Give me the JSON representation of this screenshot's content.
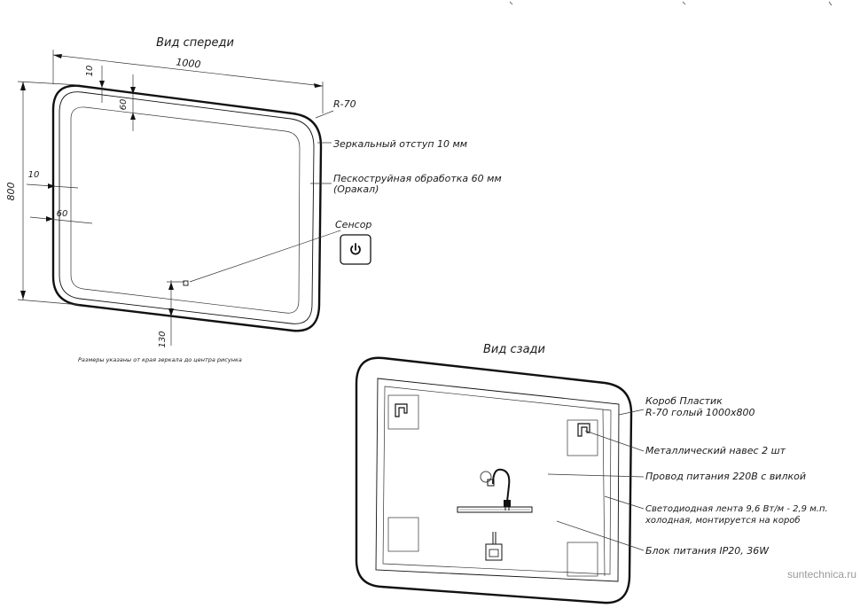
{
  "front_view": {
    "title": "Вид спереди",
    "dim_width": "1000",
    "dim_height": "800",
    "dim_offset_top": "10",
    "dim_sandblast_top": "60",
    "dim_offset_left": "10",
    "dim_sandblast_left": "60",
    "dim_sensor": "130",
    "corner_radius": "R-70",
    "callout_offset": "Зеркальный отступ 10 мм",
    "callout_sandblast_line1": "Пескоструйная обработка 60 мм",
    "callout_sandblast_line2": "(Оракал)",
    "callout_sensor": "Сенсор",
    "note": "Размеры указаны от края зеркала до центра рисунка"
  },
  "back_view": {
    "title": "Вид сзади",
    "callout_box_line1": "Короб Пластик",
    "callout_box_line2": "R-70 голый 1000х800",
    "callout_hanger": "Металлический навес 2 шт",
    "callout_cable": "Провод питания 220В с вилкой",
    "callout_led_line1": "Светодиодная лента 9,6 Вт/м - 2,9 м.п.",
    "callout_led_line2": "холодная, монтируется на короб",
    "callout_psu": "Блок питания IP20, 36W"
  },
  "watermark": "suntechnica.ru",
  "icons": {
    "sensor_button": "power-icon",
    "cable": "power-cable-icon",
    "psu": "power-supply-icon"
  }
}
